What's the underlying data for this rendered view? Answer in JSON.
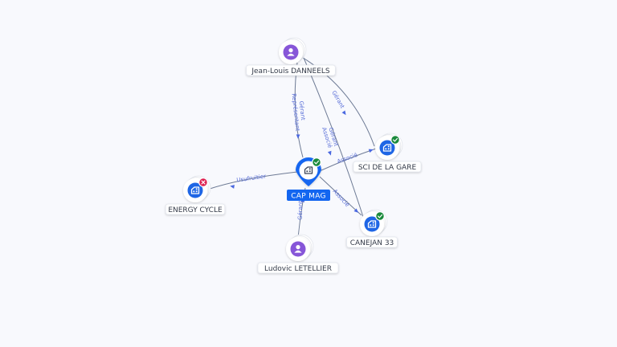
{
  "colors": {
    "edge": "#6e7b95",
    "edge_label": "#5a6fd8",
    "arrow": "#4a68e0",
    "company": "#1f66e5",
    "person": "#8756d8",
    "center": "#1366f0",
    "status_ok": "#1a8a3c",
    "status_ko": "#dd2050"
  },
  "center": {
    "label": "CAP MAG",
    "icon": "company-building-icon",
    "status": "active"
  },
  "nodes": [
    {
      "id": "jean_louis",
      "label": "Jean-Louis DANNEELS",
      "type": "person",
      "icon": "person-icon"
    },
    {
      "id": "sci_gare",
      "label": "SCI DE LA GARE",
      "type": "company",
      "icon": "company-building-icon",
      "status": "active"
    },
    {
      "id": "energy_cycle",
      "label": "ENERGY CYCLE",
      "type": "company",
      "icon": "company-building-icon",
      "status": "closed"
    },
    {
      "id": "canejan",
      "label": "CANEJAN 33",
      "type": "company",
      "icon": "company-building-icon",
      "status": "active"
    },
    {
      "id": "ludovic",
      "label": "Ludovic LETELLIER",
      "type": "person",
      "icon": "person-icon"
    }
  ],
  "edges": [
    {
      "id": "e1",
      "from": "jean_louis",
      "to": "cap_mag",
      "labels": [
        "Gérant",
        "Représentant"
      ]
    },
    {
      "id": "e2",
      "from": "jean_louis",
      "to": "sci_gare",
      "labels": [
        "Gérant"
      ]
    },
    {
      "id": "e3",
      "from": "jean_louis",
      "to": "canejan",
      "labels": [
        "Gérant",
        "Associé"
      ]
    },
    {
      "id": "e4",
      "from": "cap_mag",
      "to": "sci_gare",
      "labels": [
        "Associé"
      ]
    },
    {
      "id": "e5",
      "from": "cap_mag",
      "to": "energy_cycle",
      "labels": [
        "Usufruitier"
      ]
    },
    {
      "id": "e6",
      "from": "cap_mag",
      "to": "canejan",
      "labels": [
        "Associé"
      ]
    },
    {
      "id": "e7",
      "from": "ludovic",
      "to": "cap_mag",
      "labels": [
        "Gérant"
      ]
    }
  ]
}
